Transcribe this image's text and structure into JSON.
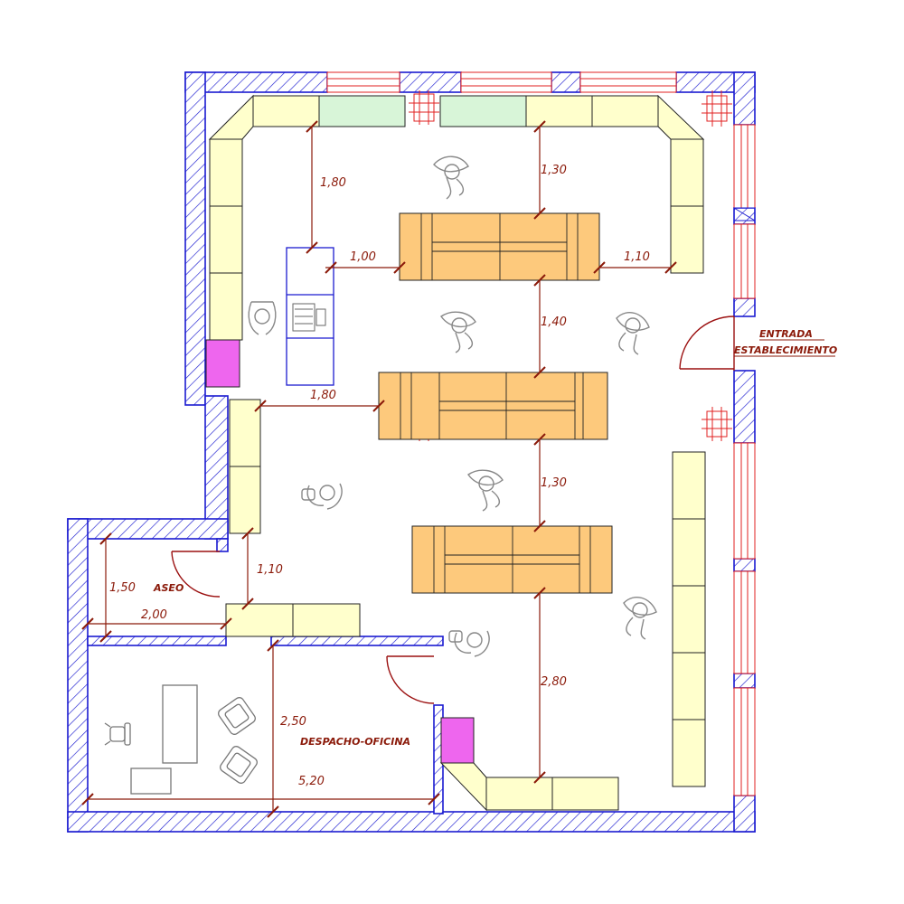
{
  "entrance_label": [
    "ENTRADA",
    "ESTABLECIMIENTO"
  ],
  "rooms": {
    "bathroom": "ASEO",
    "office": "DESPACHO-OFICINA"
  },
  "dimensions": {
    "top_left_vertical": "1,80",
    "top_right_vertical": "1,30",
    "counter_to_gondola": "1,00",
    "gondola_to_right_shelf": "1,10",
    "between_gondolas_1_2": "1,40",
    "shelf_to_gondola_2": "1,80",
    "between_gondolas_2_3": "1,30",
    "shelf_to_low_shelf": "1,10",
    "bathroom_height": "1,50",
    "bathroom_width": "2,00",
    "office_height": "2,50",
    "gondola_to_bottom_shelf": "2,80",
    "office_width": "5,20"
  },
  "colors": {
    "wall_outline": "#1b1bd0",
    "dimension": "#8b1a0a",
    "shelf": "#ffffcc",
    "shelf_green": "#d8f5d8",
    "shelf_pink": "#ee66ee",
    "gondola": "#fdc97c",
    "window": "#e02020"
  }
}
